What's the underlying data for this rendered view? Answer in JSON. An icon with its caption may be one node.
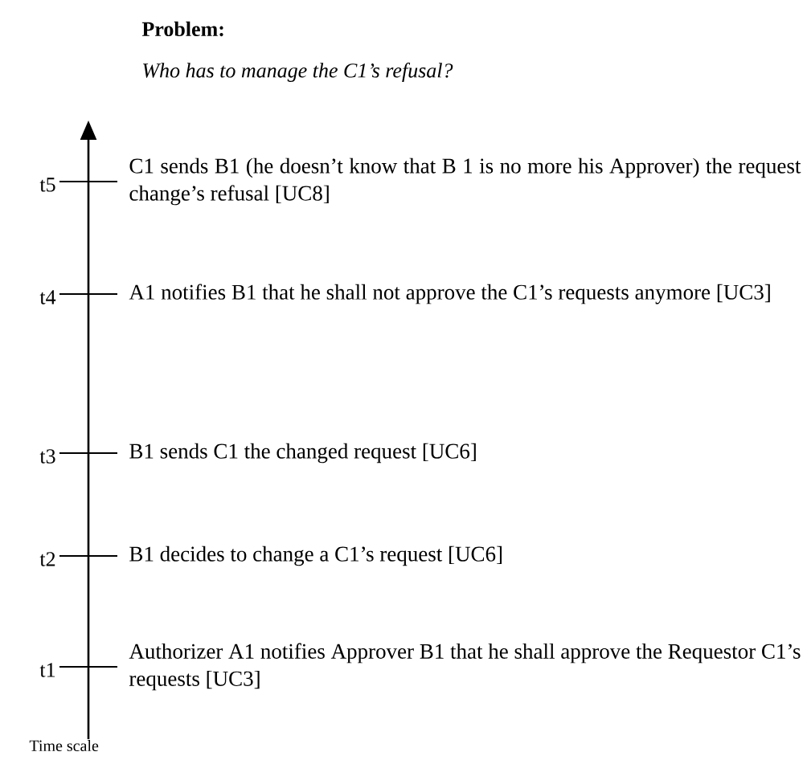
{
  "diagram": {
    "title": "Problem:",
    "labels": [
      "Who has to manage the C1’s refusal?",
      "t5",
      "C1 sends B1 (he doesn’t know that B 1 is no more his Approver) the request change’s refusal [UC8]",
      "t4",
      "A1 notifies B1 that he shall not approve the C1’s requests anymore [UC3]",
      "t3",
      "B1 sends C1 the changed request [UC6]",
      "t2",
      "B1 decides to change a C1’s request [UC6]",
      "t1",
      "Authorizer A1 notifies Approver B1 that he shall approve the Requestor C1’s requests [UC3]",
      "Time scale"
    ]
  }
}
